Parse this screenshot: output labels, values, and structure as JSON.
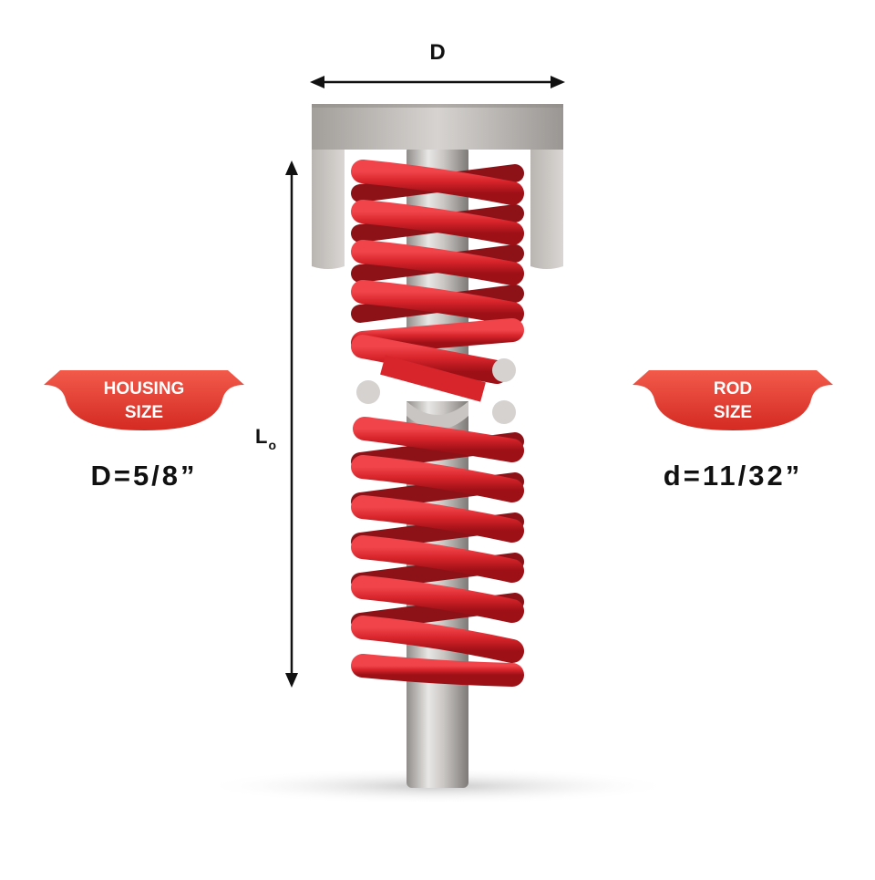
{
  "dimensions": {
    "outer_diameter_label": "D",
    "free_length_label": "L",
    "free_length_subscript": "o"
  },
  "housing": {
    "badge_line1": "HOUSING",
    "badge_line2": "SIZE",
    "value": "D=5/8”"
  },
  "rod": {
    "badge_line1": "ROD",
    "badge_line2": "SIZE",
    "value": "d=11/32”"
  },
  "colors": {
    "spring_red": "#d8242b",
    "badge_red": "#e8352c",
    "metal_gray": "#b7b3b0"
  }
}
